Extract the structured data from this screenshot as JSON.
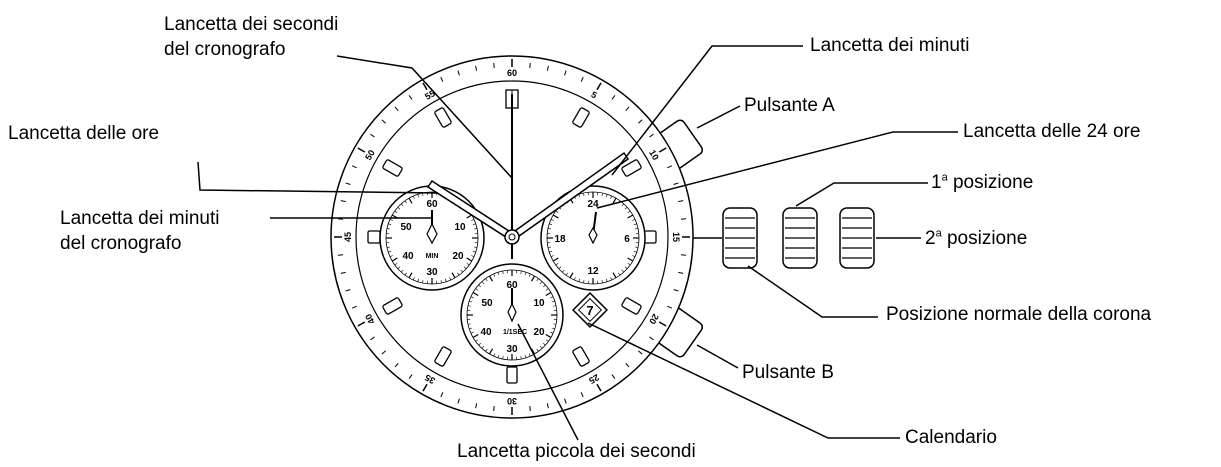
{
  "labels": {
    "chrono_seconds_hand": [
      "Lancetta dei secondi",
      "del cronografo"
    ],
    "minute_hand": "Lancetta dei minuti",
    "button_a": "Pulsante A",
    "hour_hand": "Lancetta delle ore",
    "hour24_hand": "Lancetta delle 24 ore",
    "first_position": {
      "num": "1",
      "sup": "a",
      "text": " posizione"
    },
    "chrono_minute_hand": [
      "Lancetta dei minuti",
      "del cronografo"
    ],
    "second_position": {
      "num": "2",
      "sup": "a",
      "text": " posizione"
    },
    "crown_normal_position": "Posizione normale della corona",
    "button_b": "Pulsante B",
    "calendar": "Calendario",
    "small_seconds_hand": "Lancetta piccola dei secondi"
  },
  "bezel_numbers": [
    "60",
    "5",
    "10",
    "15",
    "20",
    "25",
    "30",
    "35",
    "40",
    "45",
    "50",
    "55"
  ],
  "subdial_left": {
    "top": "60",
    "left": "50",
    "right": "10",
    "bottom_left": "40",
    "bottom_right": "20",
    "bottom": "30",
    "caption": "MIN"
  },
  "subdial_right": {
    "top": "24",
    "left": "18",
    "right": "6",
    "bottom": "12"
  },
  "subdial_bottom": {
    "top": "60",
    "left": "50",
    "right": "10",
    "bottom_left": "40",
    "bottom_right": "20",
    "bottom": "30",
    "caption": "1/1SEC"
  },
  "date_value": "7"
}
